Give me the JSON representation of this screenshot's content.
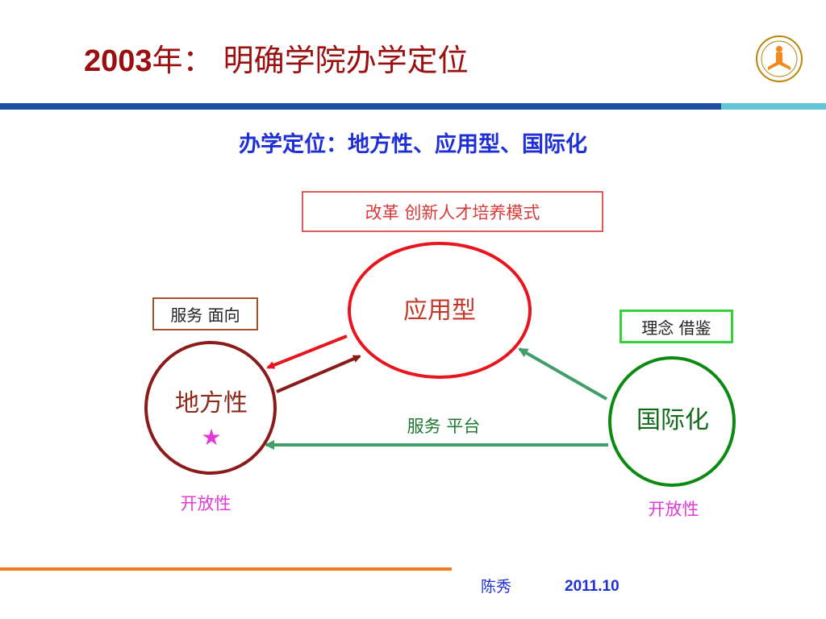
{
  "header": {
    "title_year": "2003",
    "title_text": "年： 明确学院办学定位"
  },
  "subtitle": "办学定位：地方性、应用型、国际化",
  "boxes": {
    "reform": "改革 创新人才培养模式",
    "service_face": "服务 面向",
    "concept": "理念 借鉴"
  },
  "nodes": {
    "applied": "应用型",
    "local": "地方性",
    "local_mark": "★",
    "international": "国际化"
  },
  "edges": {
    "platform": "服务  平台"
  },
  "annotations": {
    "open_left": "开放性",
    "open_right": "开放性"
  },
  "footer": {
    "author": "陈秀",
    "date": "2011.10"
  },
  "colors": {
    "title": "#9a0f0f",
    "subtitle": "#1f2fd8",
    "applied_circle": "#e8141e",
    "local_circle": "#8b1a1a",
    "international_circle": "#0b8a12",
    "arrow_red": "#e8141e",
    "arrow_darkred": "#8b1a1a",
    "arrow_green": "#3f9e6a",
    "magenta": "#e23ad8"
  }
}
